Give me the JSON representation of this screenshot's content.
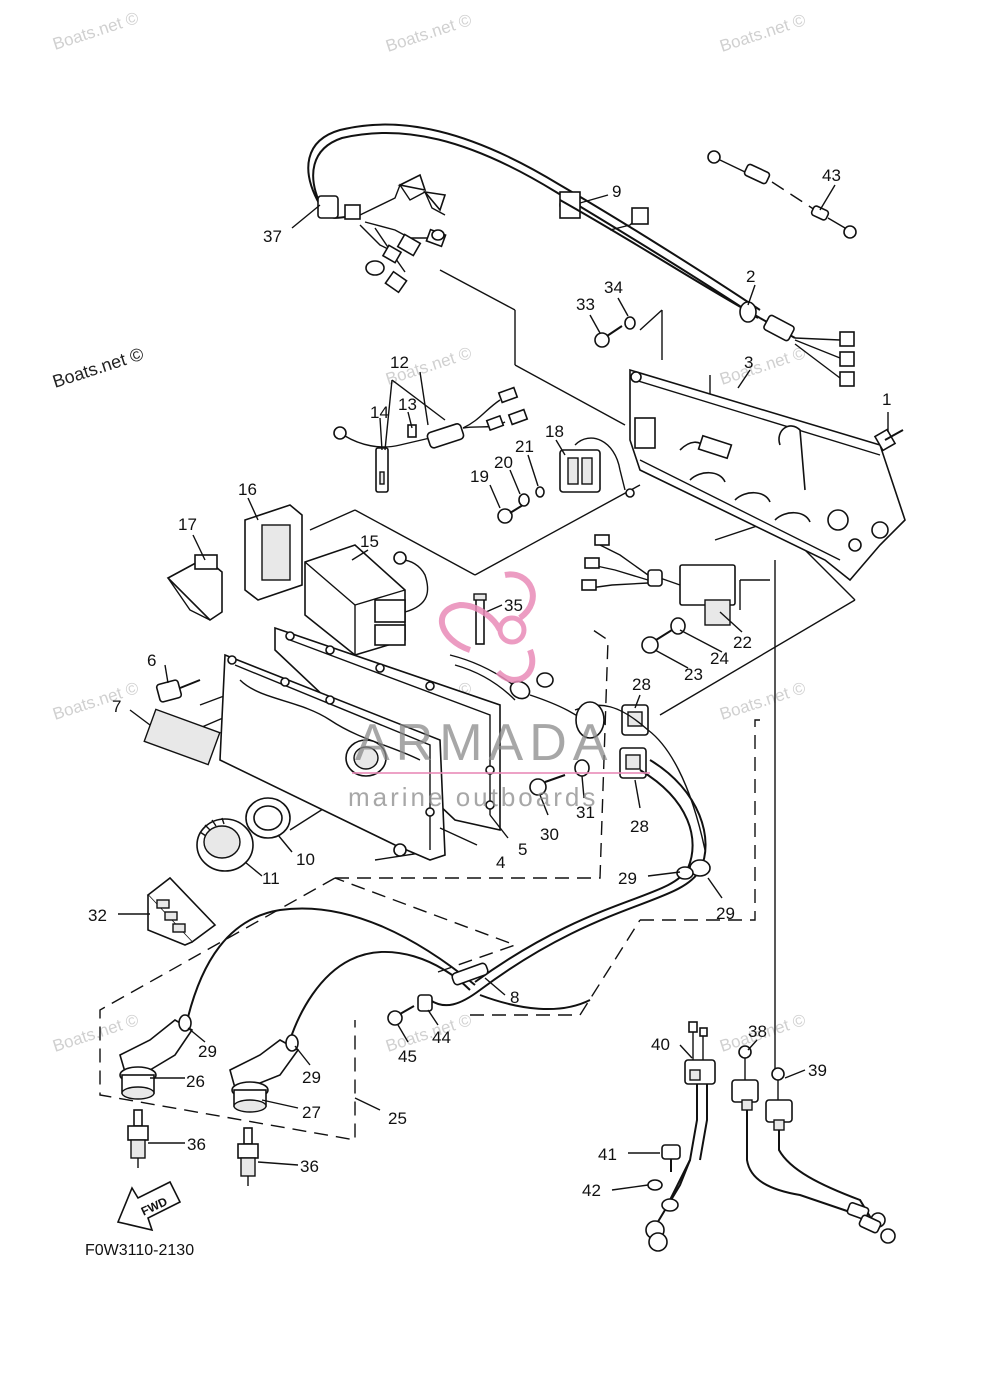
{
  "diagram_code": "F0W3110-2130",
  "fwd_label": "FWD",
  "watermarks": {
    "site": "Boats.net ©",
    "brand": "ARMADA",
    "brand_sub": "marine outboards"
  },
  "callouts": [
    {
      "id": "c1",
      "label": "1"
    },
    {
      "id": "c2",
      "label": "2"
    },
    {
      "id": "c3",
      "label": "3"
    },
    {
      "id": "c4",
      "label": "4"
    },
    {
      "id": "c5",
      "label": "5"
    },
    {
      "id": "c6",
      "label": "6"
    },
    {
      "id": "c7",
      "label": "7"
    },
    {
      "id": "c8",
      "label": "8"
    },
    {
      "id": "c9",
      "label": "9"
    },
    {
      "id": "c10",
      "label": "10"
    },
    {
      "id": "c11",
      "label": "11"
    },
    {
      "id": "c12",
      "label": "12"
    },
    {
      "id": "c13",
      "label": "13"
    },
    {
      "id": "c14",
      "label": "14"
    },
    {
      "id": "c15",
      "label": "15"
    },
    {
      "id": "c16",
      "label": "16"
    },
    {
      "id": "c17",
      "label": "17"
    },
    {
      "id": "c18",
      "label": "18"
    },
    {
      "id": "c19",
      "label": "19"
    },
    {
      "id": "c20",
      "label": "20"
    },
    {
      "id": "c21",
      "label": "21"
    },
    {
      "id": "c22",
      "label": "22"
    },
    {
      "id": "c23",
      "label": "23"
    },
    {
      "id": "c24",
      "label": "24"
    },
    {
      "id": "c25",
      "label": "25"
    },
    {
      "id": "c26",
      "label": "26"
    },
    {
      "id": "c27",
      "label": "27"
    },
    {
      "id": "c28a",
      "label": "28"
    },
    {
      "id": "c28b",
      "label": "28"
    },
    {
      "id": "c29a",
      "label": "29"
    },
    {
      "id": "c29b",
      "label": "29"
    },
    {
      "id": "c29c",
      "label": "29"
    },
    {
      "id": "c29d",
      "label": "29"
    },
    {
      "id": "c30",
      "label": "30"
    },
    {
      "id": "c31",
      "label": "31"
    },
    {
      "id": "c32",
      "label": "32"
    },
    {
      "id": "c33",
      "label": "33"
    },
    {
      "id": "c34",
      "label": "34"
    },
    {
      "id": "c35",
      "label": "35"
    },
    {
      "id": "c36a",
      "label": "36"
    },
    {
      "id": "c36b",
      "label": "36"
    },
    {
      "id": "c37",
      "label": "37"
    },
    {
      "id": "c38",
      "label": "38"
    },
    {
      "id": "c39",
      "label": "39"
    },
    {
      "id": "c40",
      "label": "40"
    },
    {
      "id": "c41",
      "label": "41"
    },
    {
      "id": "c42",
      "label": "42"
    },
    {
      "id": "c43",
      "label": "43"
    },
    {
      "id": "c44",
      "label": "44"
    },
    {
      "id": "c45",
      "label": "45"
    }
  ]
}
